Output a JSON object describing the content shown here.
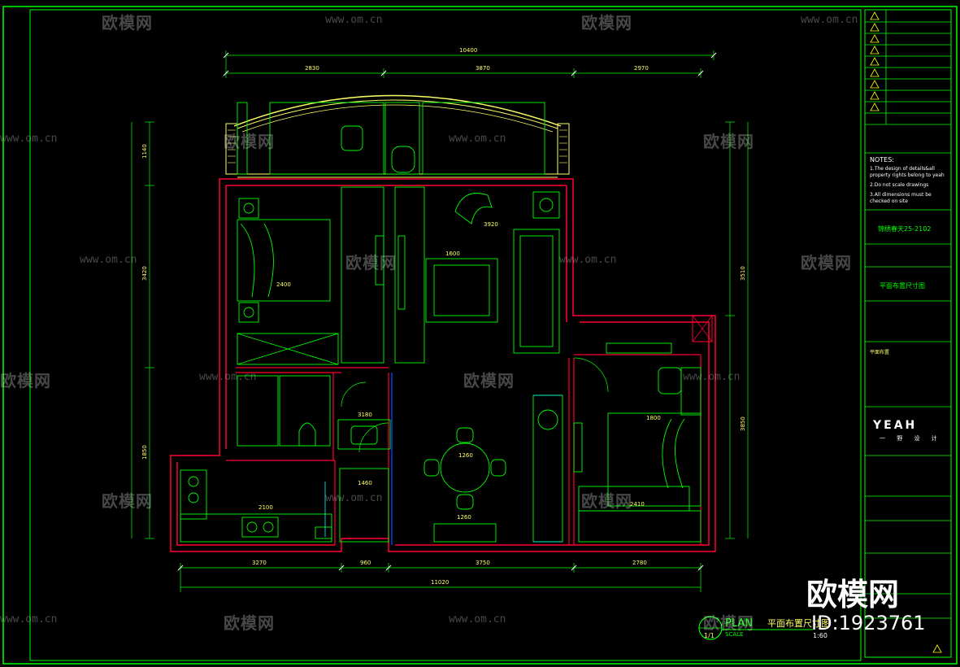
{
  "drawing": {
    "plan_label": "PLAN",
    "plan_title_cn": "平面布置尺寸图",
    "scale_word": "SCALE",
    "scale_value": "1:60",
    "sheet_number": "1/1",
    "dims_top_total": "10400",
    "dims_top": [
      "2830",
      "3870",
      "2970"
    ],
    "dims_bottom_total": "11020",
    "dims_bottom": [
      "3270",
      "960",
      "3750",
      "2780"
    ],
    "dims_left": [
      "1140",
      "3420",
      "1850"
    ],
    "dims_right": [
      "3510",
      "3850"
    ],
    "room_dims": [
      "1600",
      "2400",
      "1260",
      "1260",
      "2100",
      "2410",
      "1800",
      "3920",
      "1460",
      "3180"
    ]
  },
  "title_block": {
    "project_name": "锦绣春天25-2102",
    "drawing_name": "平面布置尺寸图",
    "notes_title": "NOTES:",
    "notes": [
      "1.The design of details&all",
      "property rights belong to yeah",
      "2.Do not scale drawings",
      "3.All dimensions must be",
      "checked on site"
    ],
    "company_logo": "YEAH",
    "company_sub": "一 野 设 计",
    "sheet_label": "平面布置"
  },
  "watermarks": {
    "brand": "欧模网",
    "url": "www.om.cn",
    "big_brand": "欧模网",
    "big_id": "ID:1923761"
  },
  "colors": {
    "frame": "#00ff00",
    "wall": "#ff0033",
    "furniture": "#00ff00",
    "dimension": "#00ff00",
    "arc": "#ffff66",
    "cyan": "#00ffff",
    "white": "#ffffff",
    "blue": "#0044ff"
  }
}
